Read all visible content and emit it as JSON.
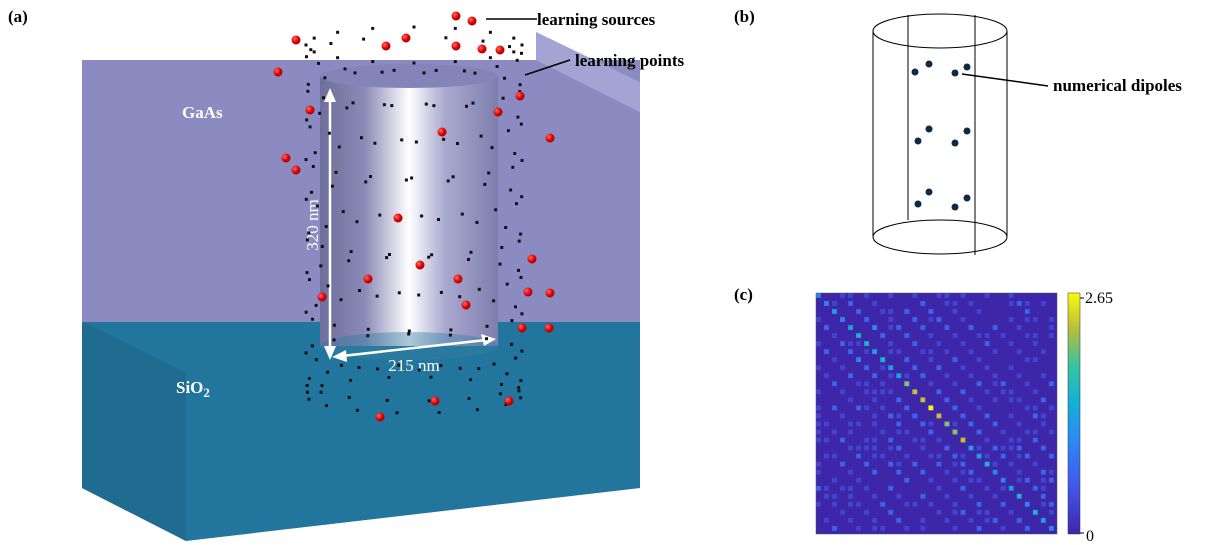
{
  "panels": {
    "a": {
      "label": "(a)",
      "material_top": "GaAs",
      "material_bottom": "SiO",
      "material_bottom_sub": "2",
      "dim_height": "320 nm",
      "dim_width": "215 nm",
      "legend_sources": "learning sources",
      "legend_points": "learning points",
      "colors": {
        "gaas": "#8c8cc2",
        "sio2": "#22759c",
        "source": "#e00000",
        "point": "#111111"
      }
    },
    "b": {
      "label": "(b)",
      "callout": "numerical dipoles",
      "dipole_color": "#0e2a46"
    },
    "c": {
      "label": "(c)",
      "colorbar_max": "2.65",
      "colorbar_min": "0",
      "grid_size": 30
    }
  }
}
